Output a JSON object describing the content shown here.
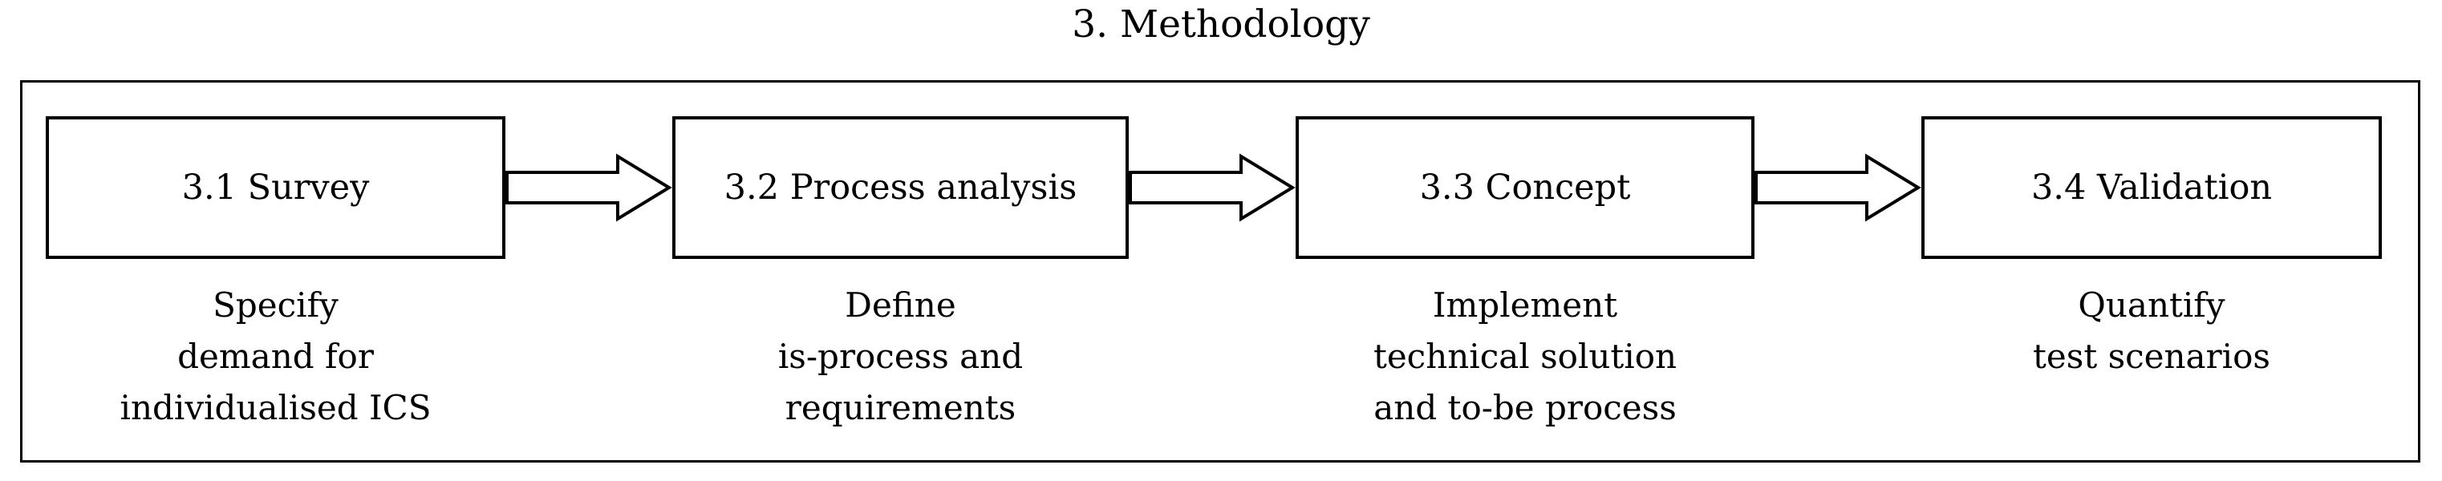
{
  "title": "3. Methodology",
  "colors": {
    "line": "#000000",
    "background": "#ffffff"
  },
  "steps": [
    {
      "label": "3.1 Survey",
      "caption": [
        "Specify",
        "demand for",
        "individualised ICS"
      ]
    },
    {
      "label": "3.2 Process analysis",
      "caption": [
        "Define",
        "is-process and",
        "requirements"
      ]
    },
    {
      "label": "3.3 Concept",
      "caption": [
        "Implement",
        "technical solution",
        "and to-be process"
      ]
    },
    {
      "label": "3.4 Validation",
      "caption": [
        "Quantify",
        "test scenarios"
      ]
    }
  ]
}
